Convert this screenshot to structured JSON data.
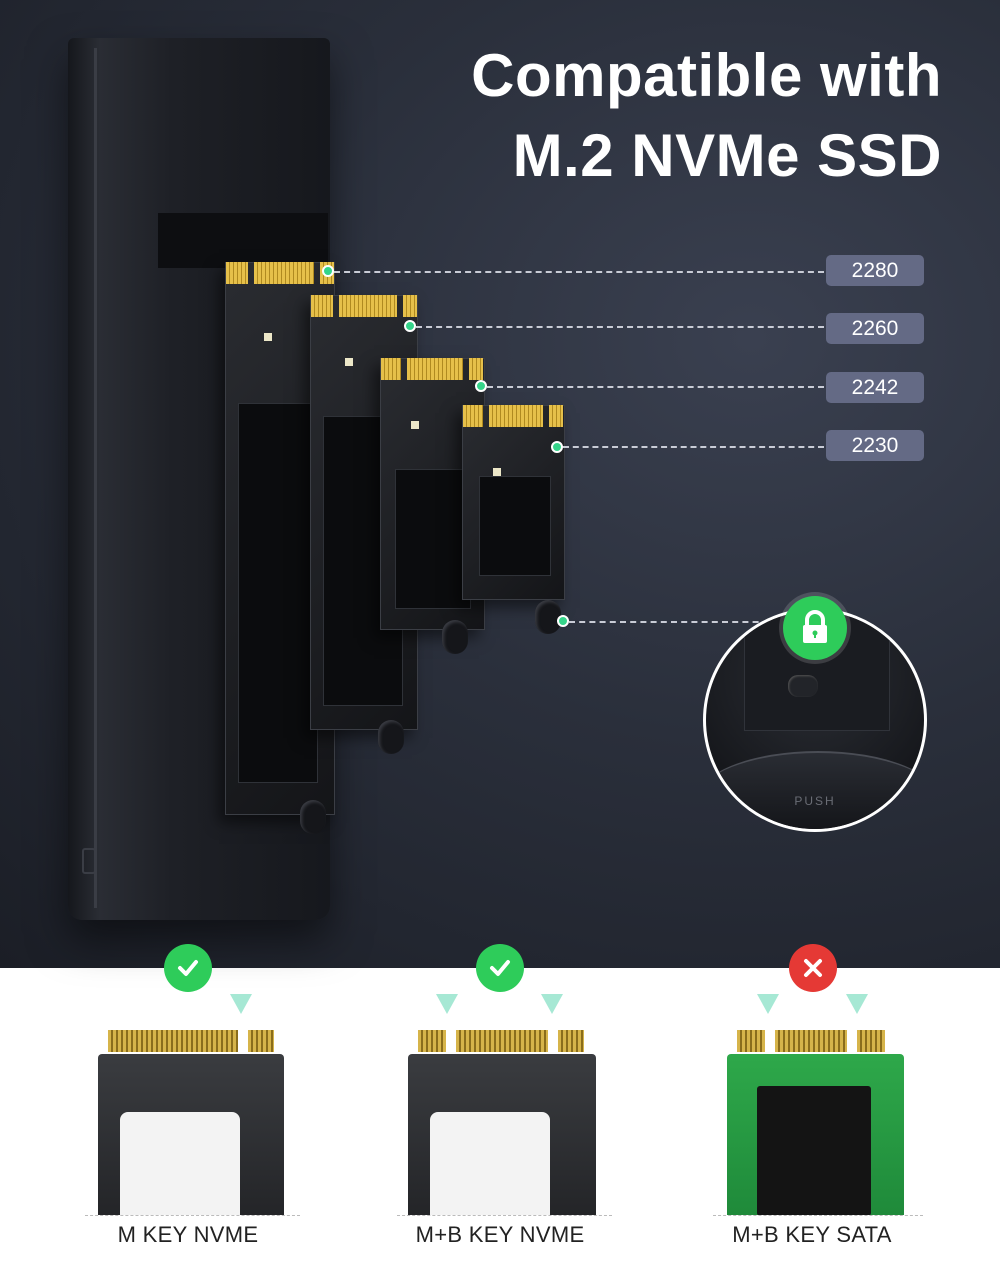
{
  "title": {
    "line1": "Compatible with",
    "line2": "M.2 NVMe SSD"
  },
  "sizes": [
    "2280",
    "2260",
    "2242",
    "2230"
  ],
  "inset": {
    "push_text": "PUSH",
    "lock_icon": "lock-icon"
  },
  "colors": {
    "accent_green": "#2ecc5a",
    "error_red": "#e53935",
    "label_bg": "#646a85"
  },
  "compatibility": [
    {
      "label": "M KEY NVME",
      "status": "supported",
      "icon": "check-icon"
    },
    {
      "label": "M+B KEY NVME",
      "status": "supported",
      "icon": "check-icon"
    },
    {
      "label": "M+B KEY SATA",
      "status": "unsupported",
      "icon": "cross-icon"
    }
  ]
}
